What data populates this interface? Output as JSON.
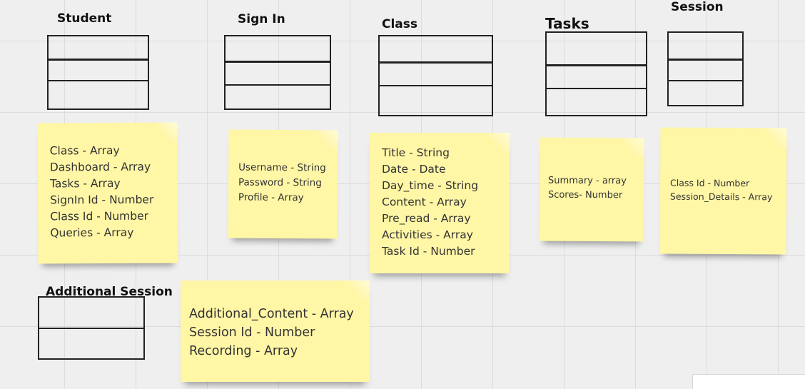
{
  "entities": {
    "student": {
      "title": "Student"
    },
    "sign_in": {
      "title": "Sign In"
    },
    "class": {
      "title": "Class"
    },
    "tasks": {
      "title": "Tasks"
    },
    "session": {
      "title": "Session"
    },
    "additional_session": {
      "title": "Additional Session"
    }
  },
  "notes": {
    "student": [
      "Class - Array",
      "Dashboard - Array",
      "Tasks - Array",
      "SignIn Id - Number",
      "Class Id - Number",
      "Queries - Array"
    ],
    "sign_in": [
      "Username - String",
      "Password - String",
      "Profile - Array"
    ],
    "class": [
      "Title - String",
      "Date - Date",
      "Day_time - String",
      "Content - Array",
      "Pre_read - Array",
      "Activities - Array",
      "Task Id - Number"
    ],
    "tasks": [
      "Summary - array",
      "Scores- Number"
    ],
    "session": [
      "Class Id - Number",
      "Session_Details - Array"
    ],
    "additional_session": [
      "Additional_Content - Array",
      "Session Id - Number",
      "Recording - Array"
    ]
  },
  "colors": {
    "sticky_note": "#fff6a6",
    "outline": "#222222",
    "canvas": "#efefef"
  }
}
